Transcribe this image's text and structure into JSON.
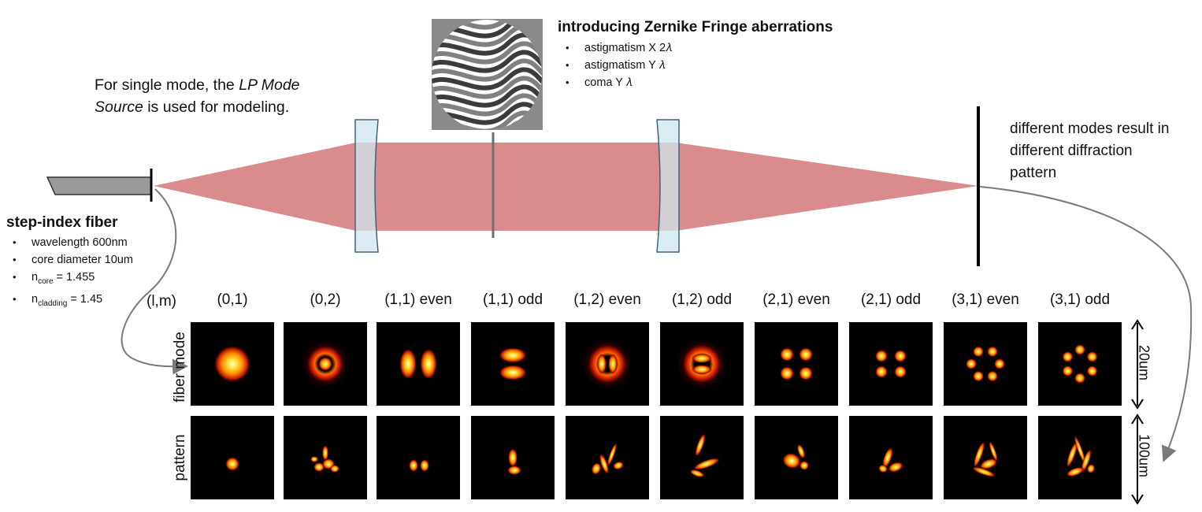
{
  "fiber": {
    "title": "step-index fiber",
    "wavelength": "wavelength 600nm",
    "core_diameter": "core diameter 10um",
    "n_core_symbol": "n",
    "n_core_sub": "core",
    "n_core_value": " = 1.455",
    "n_clad_symbol": "n",
    "n_clad_sub": "cladding",
    "n_clad_value": " = 1.45"
  },
  "lp_text": {
    "part1": "For single mode, the ",
    "italic": "LP Mode Source",
    "part2": " is used for modeling."
  },
  "zernike": {
    "title": "introducing Zernike Fringe aberrations",
    "items": [
      "astigmatism X 2𝜆",
      "astigmatism Y 𝜆",
      "coma Y 𝜆"
    ]
  },
  "detector_text": "different modes result in different diffraction pattern",
  "table": {
    "lm_label": "(l,m)",
    "row_fiber_mode": "fiber mode",
    "row_pattern": "pattern",
    "scale_top": "20um",
    "scale_bottom": "100um",
    "modes": [
      "(0,1)",
      "(0,2)",
      "(1,1) even",
      "(1,1) odd",
      "(1,2) even",
      "(1,2) odd",
      "(2,1) even",
      "(2,1) odd",
      "(3,1) even",
      "(3,1) odd"
    ]
  },
  "colors": {
    "beam": "#d98b8d",
    "lens_fill": "#cfe6ee",
    "lens_stroke": "#44657a",
    "fiber_gray": "#9a9a9a",
    "arrow_gray": "#7a7a7a"
  }
}
